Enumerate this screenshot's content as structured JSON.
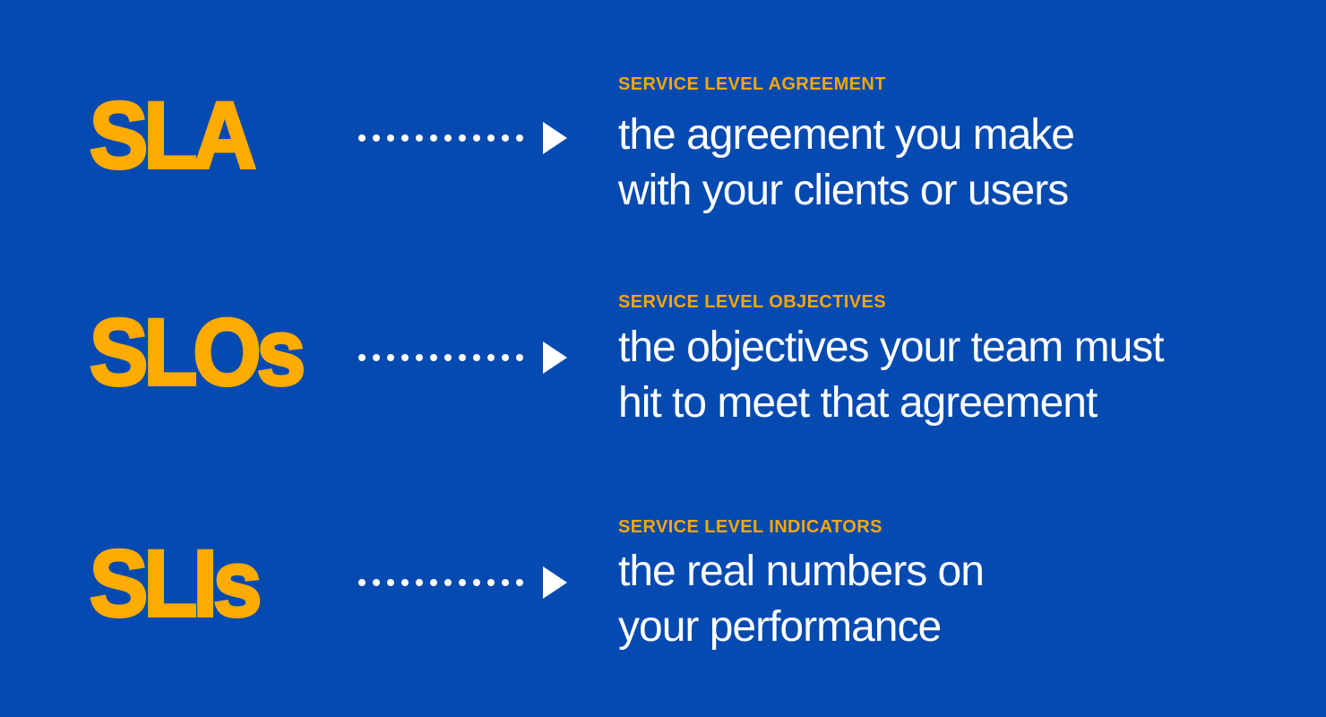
{
  "colors": {
    "background": "#054AB0",
    "acronym": "#FFAB00",
    "heading": "#F7A70A",
    "body": "#FFFFFF",
    "arrow": "#FFFFFF"
  },
  "rows": [
    {
      "acronym": "SLA",
      "heading": "SERVICE LEVEL AGREEMENT",
      "line1": "the agreement you make",
      "line2": "with your clients or users"
    },
    {
      "acronym": "SLOs",
      "heading": "SERVICE LEVEL OBJECTIVES",
      "line1": "the objectives your team must",
      "line2": "hit to meet that agreement"
    },
    {
      "acronym": "SLIs",
      "heading": "SERVICE LEVEL INDICATORS",
      "line1": "the real numbers on",
      "line2": "your performance"
    }
  ]
}
